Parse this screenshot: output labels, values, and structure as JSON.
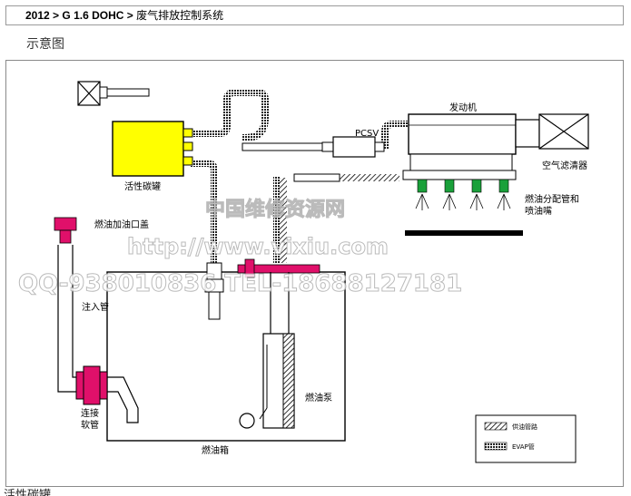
{
  "breadcrumb": {
    "year": "2012",
    "sep1": ">",
    "engine": "G 1.6 DOHC",
    "sep2": ">",
    "page": "废气排放控制系统"
  },
  "section_title": "示意图",
  "diagram": {
    "labels": {
      "engine": "发动机",
      "pcsv": "PCSV",
      "air_filter": "空气滤清器",
      "canister": "活性碳罐",
      "fuel_rail_line1": "燃油分配管和",
      "fuel_rail_line2": "喷油嘴",
      "filler_cap": "燃油加油口盖",
      "filler_pipe": "注入管",
      "hose_line1": "连接",
      "hose_line2": "软管",
      "fuel_pump": "燃油泵",
      "fuel_tank": "燃油箱"
    },
    "legend": {
      "fuel_line": "供油管路",
      "evap_line": "EVAP管"
    },
    "watermark": {
      "line1": "中国维修资源网",
      "line2": "http://www.vixiu.com",
      "line3": "QQ-938010836 TEL-18688127181"
    },
    "colors": {
      "canister": "#ffff00",
      "magenta": "#e0106a",
      "evap_green": "#1aa03a",
      "line": "#000000"
    }
  },
  "bottom_caption": "活性碳罐"
}
